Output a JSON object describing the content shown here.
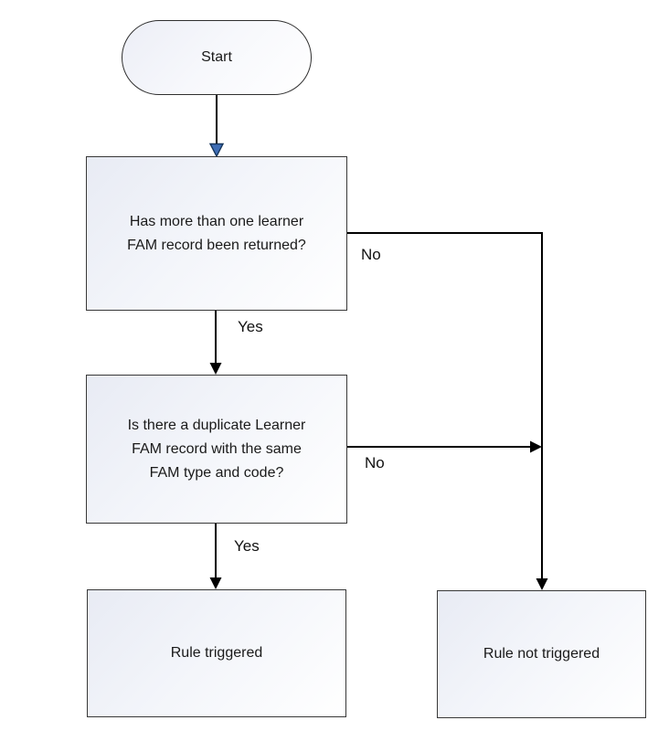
{
  "flowchart": {
    "nodes": {
      "start": {
        "label": "Start",
        "shape": "stadium"
      },
      "q1": {
        "label": "Has more than one learner\nFAM record been returned?",
        "shape": "rectangle"
      },
      "q2": {
        "label": "Is there a duplicate Learner\nFAM record with the same\nFAM type and code?",
        "shape": "rectangle"
      },
      "rule_triggered": {
        "label": "Rule triggered",
        "shape": "rectangle"
      },
      "rule_not_triggered": {
        "label": "Rule not triggered",
        "shape": "rectangle"
      }
    },
    "edge_labels": {
      "q1_yes": "Yes",
      "q1_no": "No",
      "q2_yes": "Yes",
      "q2_no": "No"
    },
    "edges": [
      {
        "from": "start",
        "to": "q1",
        "label": ""
      },
      {
        "from": "q1",
        "to": "q2",
        "label": "Yes"
      },
      {
        "from": "q1",
        "to": "rule_not_triggered",
        "label": "No"
      },
      {
        "from": "q2",
        "to": "rule_triggered",
        "label": "Yes"
      },
      {
        "from": "q2",
        "to": "rule_not_triggered",
        "label": "No"
      }
    ],
    "colors": {
      "background": "#ffffff",
      "node_border": "#383838",
      "node_fill_top_left": "#e8ebf4",
      "node_fill_bottom_right": "#ffffff",
      "connector": "#000000",
      "start_arrowhead_fill": "#3e6db5",
      "start_arrowhead_stroke": "#17375e",
      "text": "#1a1a1a"
    }
  }
}
